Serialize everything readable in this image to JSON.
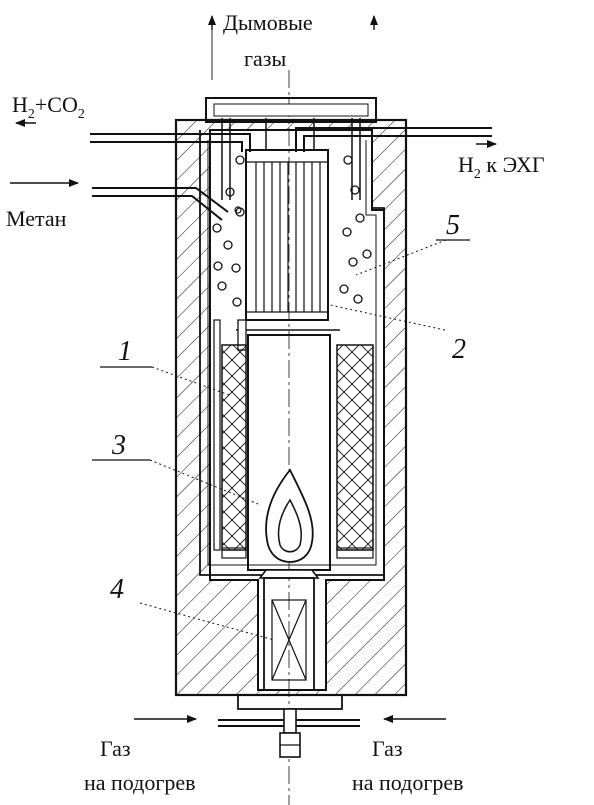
{
  "labels": {
    "exhaust_line1": "Дымовые",
    "exhaust_line2": "газы",
    "h2co2_H": "H",
    "h2co2_sub2a": "2",
    "h2co2_plus": "+CO",
    "h2co2_sub2b": "2",
    "h2out_H": "H",
    "h2out_sub2": "2",
    "h2out_rest": " к ЭХГ",
    "methane": "Метан",
    "gas_left_line1": "Газ",
    "gas_left_line2": "на подогрев",
    "gas_right_line1": "Газ",
    "gas_right_line2": "на подогрев"
  },
  "callouts": {
    "n1": "1",
    "n2": "2",
    "n3": "3",
    "n4": "4",
    "n5": "5"
  },
  "colors": {
    "ink": "#111111",
    "background": "#ffffff"
  }
}
